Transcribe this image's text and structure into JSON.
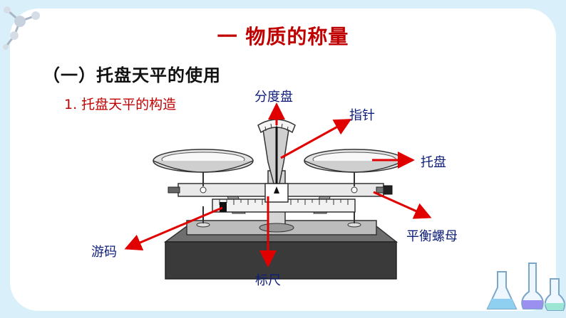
{
  "slide": {
    "title": "一  物质的称量",
    "section": "（一）托盘天平的使用",
    "subheading": "1. 托盘天平的构造"
  },
  "labels": {
    "dial": "分度盘",
    "pointer": "指针",
    "pan": "托盘",
    "balance_nut": "平衡螺母",
    "rider": "游码",
    "beam": "标尺"
  },
  "colors": {
    "background": "#d9f0fb",
    "title": "#c00000",
    "label": "#0e1e7a",
    "arrow": "#e00000"
  }
}
